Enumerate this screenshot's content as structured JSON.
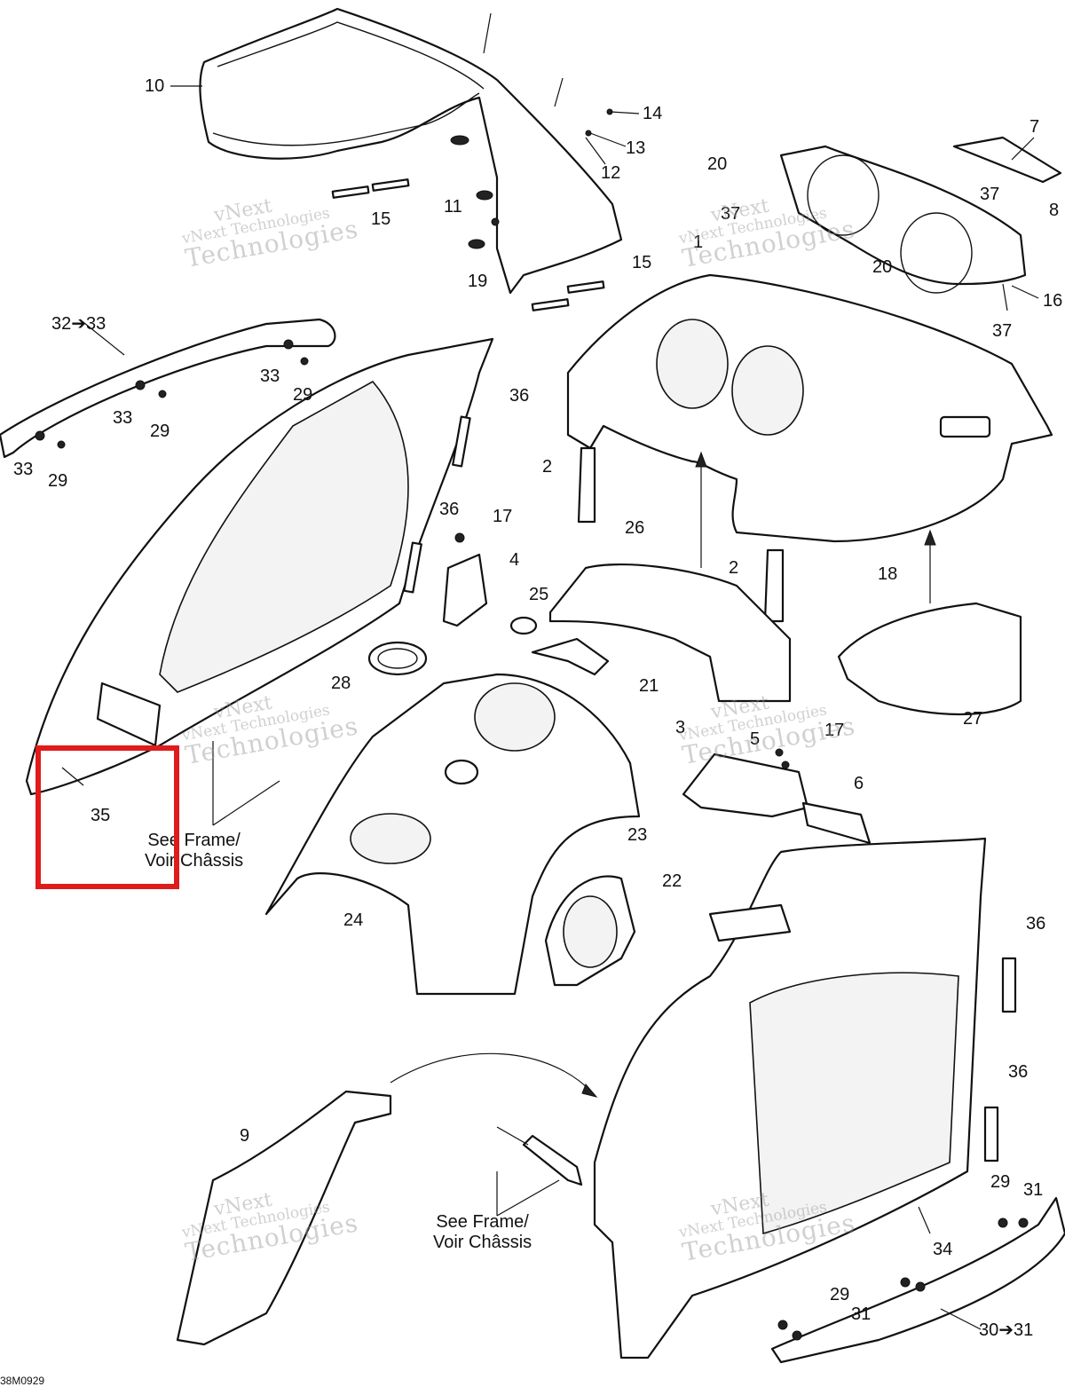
{
  "callouts": [
    {
      "id": "10",
      "text": "10"
    },
    {
      "id": "14",
      "text": "14"
    },
    {
      "id": "13",
      "text": "13"
    },
    {
      "id": "12",
      "text": "12"
    },
    {
      "id": "7",
      "text": "7"
    },
    {
      "id": "20a",
      "text": "20"
    },
    {
      "id": "37a",
      "text": "37"
    },
    {
      "id": "8",
      "text": "8"
    },
    {
      "id": "37b",
      "text": "37"
    },
    {
      "id": "11",
      "text": "11"
    },
    {
      "id": "15a",
      "text": "15"
    },
    {
      "id": "1",
      "text": "1"
    },
    {
      "id": "15b",
      "text": "15"
    },
    {
      "id": "19",
      "text": "19"
    },
    {
      "id": "20b",
      "text": "20"
    },
    {
      "id": "16",
      "text": "16"
    },
    {
      "id": "37c",
      "text": "37"
    },
    {
      "id": "32",
      "text": "32➔33"
    },
    {
      "id": "33a",
      "text": "33"
    },
    {
      "id": "29a",
      "text": "29"
    },
    {
      "id": "33b",
      "text": "33"
    },
    {
      "id": "29b",
      "text": "29"
    },
    {
      "id": "33c",
      "text": "33"
    },
    {
      "id": "29c",
      "text": "29"
    },
    {
      "id": "36a",
      "text": "36"
    },
    {
      "id": "2a",
      "text": "2"
    },
    {
      "id": "36b",
      "text": "36"
    },
    {
      "id": "17a",
      "text": "17"
    },
    {
      "id": "4",
      "text": "4"
    },
    {
      "id": "26",
      "text": "26"
    },
    {
      "id": "25",
      "text": "25"
    },
    {
      "id": "2b",
      "text": "2"
    },
    {
      "id": "18",
      "text": "18"
    },
    {
      "id": "28",
      "text": "28"
    },
    {
      "id": "21",
      "text": "21"
    },
    {
      "id": "27",
      "text": "27"
    },
    {
      "id": "3",
      "text": "3"
    },
    {
      "id": "5",
      "text": "5"
    },
    {
      "id": "17b",
      "text": "17"
    },
    {
      "id": "6",
      "text": "6"
    },
    {
      "id": "35",
      "text": "35"
    },
    {
      "id": "23",
      "text": "23"
    },
    {
      "id": "22",
      "text": "22"
    },
    {
      "id": "24",
      "text": "24"
    },
    {
      "id": "36c",
      "text": "36"
    },
    {
      "id": "36d",
      "text": "36"
    },
    {
      "id": "9",
      "text": "9"
    },
    {
      "id": "29d",
      "text": "29"
    },
    {
      "id": "31a",
      "text": "31"
    },
    {
      "id": "34",
      "text": "34"
    },
    {
      "id": "29e",
      "text": "29"
    },
    {
      "id": "31b",
      "text": "31"
    },
    {
      "id": "30",
      "text": "30➔31"
    }
  ],
  "notes": {
    "frame_top": "See Frame/\nVoir Châssis",
    "frame_bottom": "See Frame/\nVoir Châssis"
  },
  "watermark": {
    "line1": "vNext",
    "line2": "vNext Technologies",
    "line3": "Technologies"
  },
  "diagram_code": "38M0929",
  "highlight": {
    "target_callout": "35",
    "color": "#e01b1b"
  }
}
